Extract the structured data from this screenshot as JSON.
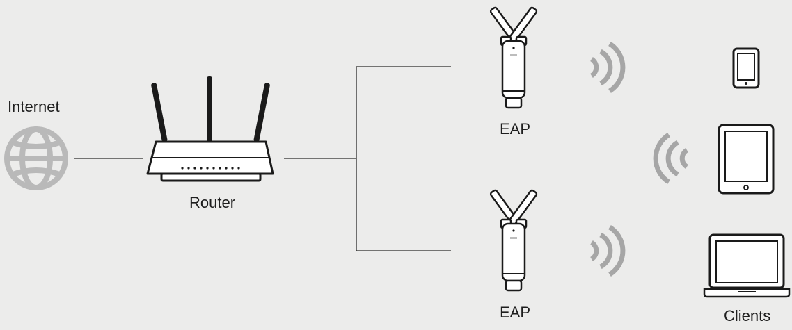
{
  "labels": {
    "internet": "Internet",
    "router": "Router",
    "eap_top": "EAP",
    "eap_bottom": "EAP",
    "clients": "Clients"
  },
  "icons": {
    "internet": "globe-icon",
    "router": "router-icon",
    "eap": "access-point-icon",
    "wifi": "wifi-signal-icon",
    "phone": "smartphone-icon",
    "tablet": "tablet-icon",
    "laptop": "laptop-icon"
  },
  "colors": {
    "background": "#ececeb",
    "line": "#2b2b2b",
    "device_outline": "#1a1a1a",
    "globe": "#b9b9b9",
    "wifi": "#a6a6a6",
    "text": "#1e1e1e"
  }
}
